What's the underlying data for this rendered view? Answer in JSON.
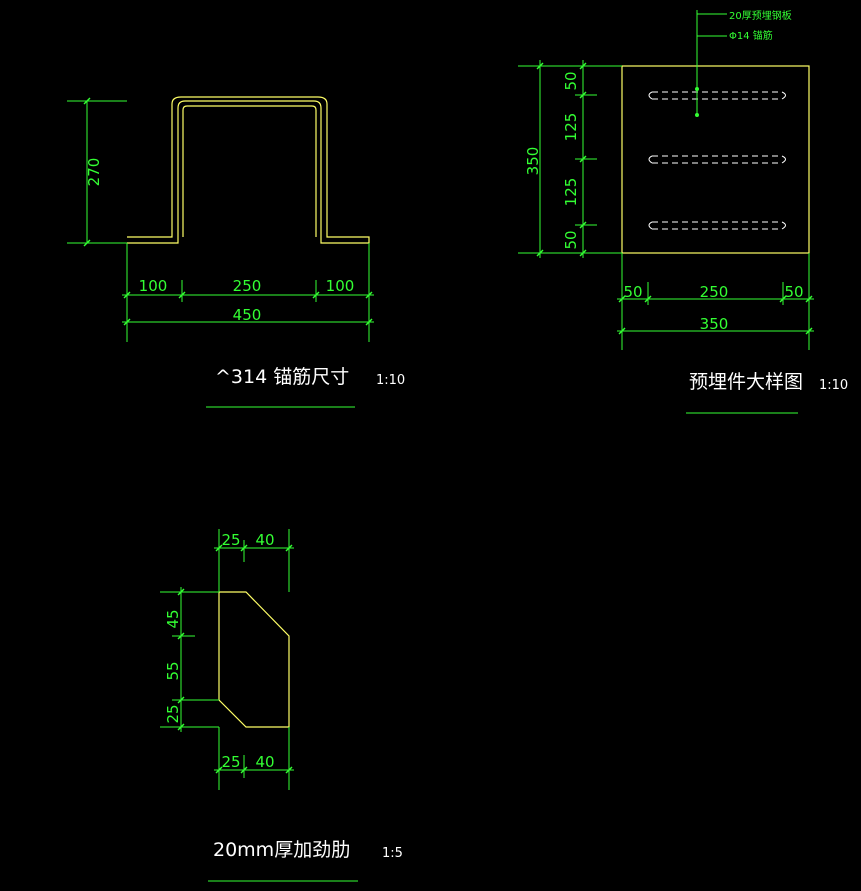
{
  "anchor_bar": {
    "title": "^314 锚筋尺寸",
    "scale": "1:10",
    "dims": {
      "height": "270",
      "left": "100",
      "middle": "250",
      "right": "100",
      "total": "450"
    }
  },
  "embed_plate": {
    "title": "预埋件大样图",
    "scale": "1:10",
    "leader_plate": "20厚预埋钢板",
    "leader_bar": "Φ14 锚筋",
    "dims_vertical": {
      "d1": "50",
      "d2": "125",
      "d3": "125",
      "d4": "50",
      "total": "350"
    },
    "dims_horizontal": {
      "left": "50",
      "middle": "250",
      "right": "50",
      "total": "350"
    }
  },
  "stiffener": {
    "title": "20mm厚加劲肋",
    "scale": "1:5",
    "dims_top": {
      "a": "25",
      "b": "40"
    },
    "dims_bottom": {
      "a": "25",
      "b": "40"
    },
    "dims_left": {
      "a": "45",
      "b": "55",
      "c": "25"
    }
  },
  "colors": {
    "background": "#000000",
    "dimension": "#33ff33",
    "outline": "#ffff66",
    "text": "#ffffff"
  }
}
